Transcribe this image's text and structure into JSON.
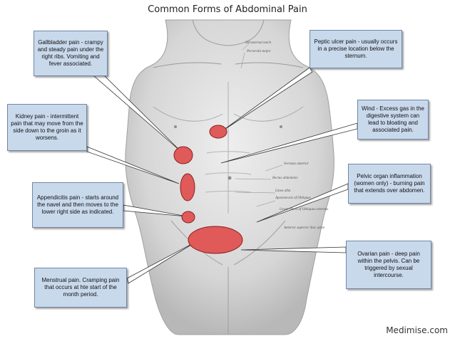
{
  "title": "Common Forms of Abdominal Pain",
  "brand": "Medimise.com",
  "callouts": {
    "gallbladder": "Gallbladder pain - crampy and steady pain under the right ribs. Vomiting and fever associated.",
    "kidney": "Kidney pain - intermittent pain that may move from the side down to the groin as it worsens.",
    "appendicitis": "Appendicitis pain - starts around the navel and then moves to the lower right side as indicated.",
    "menstrual": "Menstrual pain. Cramping pain that occurs at hte start of the month period.",
    "peptic": "Peptic ulcer pain - usually occurs in a precise location below the sternum.",
    "wind": "Wind - Excess gas in the digestive system can lead to bloating and associated pain.",
    "pelvic": "Pelvic organ inflammation (women only) - burning pain that extends over abdomen.",
    "ovarian": "Ovarian pain - deep pain within the pelvis. Can be triggered by sexual intercourse."
  },
  "anatomy_labels": {
    "infrasternal": "Infrasternal notch",
    "pectoralis": "Pectoralis major",
    "serratus": "Serratus anterior",
    "rectus": "Rectus abdominis",
    "linea": "Linea alba",
    "aponeurosis": "Aponeurosis of Obliquus",
    "lower_fibers": "Lower fibers of Obliquus externus",
    "anterior_iliac": "Anterior superior iliac spine"
  },
  "colors": {
    "pain_fill": "#e05a5a",
    "pain_stroke": "#8a1f1f",
    "callout_fill": "#c9d9ec",
    "callout_border": "#6f86a3"
  }
}
